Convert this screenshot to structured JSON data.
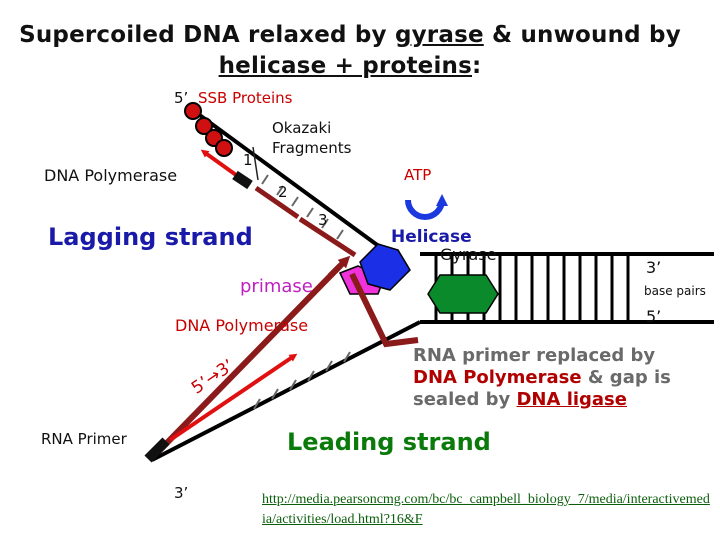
{
  "title": {
    "part1": "Supercoiled DNA relaxed by ",
    "gyrase": "gyrase",
    "part2": " & unwound by",
    "part3": "helicase + proteins",
    "colon": ":"
  },
  "labels": {
    "five_prime_top": "5’",
    "ssb_proteins": "SSB Proteins",
    "okazaki_line1": "Okazaki",
    "okazaki_line2": "Fragments",
    "num_1": "1",
    "num_2": "2",
    "num_3": "3",
    "dna_polymerase_top": "DNA Polymerase",
    "atp": "ATP",
    "lagging_strand": "Lagging strand",
    "helicase": "Helicase",
    "gyrase": "Gyrase",
    "three_prime_right": "3’",
    "base_pairs": "base pairs",
    "five_prime_right": "5’",
    "primase": "primase",
    "dna_polymerase_mid": "DNA Polymerase",
    "strand_direction": "5’→3’",
    "rna_primer": "RNA Primer",
    "three_prime_bottom": "3’",
    "leading_strand": "Leading strand"
  },
  "note": {
    "line1": "RNA primer replaced by",
    "dna_pol": "DNA Polymerase",
    "amp_gap": " & gap is",
    "sealed_by": "sealed by ",
    "dna_ligase": "DNA ligase"
  },
  "link": "http://media.pearsoncmg.com/bc/bc_campbell_biology_7/media/interactivemedia/activities/load.html?16&F",
  "colors": {
    "strand_dark_red": "#8b1a1a",
    "primer_red": "#e01010",
    "helicase_blue": "#1a2fe6",
    "gyrase_green": "#0a8a2a",
    "primase_pink": "#ee33dd",
    "label_red": "#c80000",
    "label_blue": "#1a1aa8",
    "leading_green": "#0a7a0a"
  }
}
